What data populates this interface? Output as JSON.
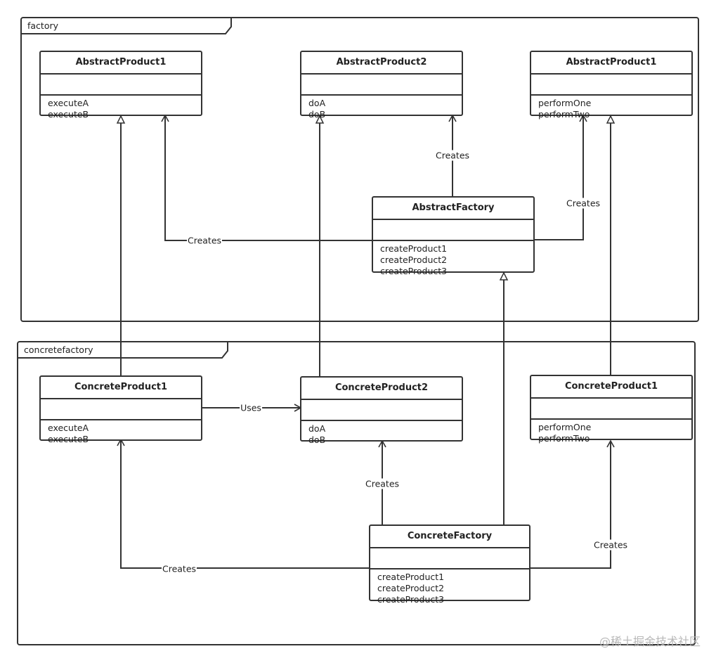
{
  "packages": {
    "factory": {
      "name": "factory"
    },
    "concrete": {
      "name": "concretefactory"
    }
  },
  "classes": {
    "ap1_left": {
      "name": "AbstractProduct1",
      "ops": [
        "executeA",
        "executeB"
      ]
    },
    "ap2": {
      "name": "AbstractProduct2",
      "ops": [
        "doA",
        "doB"
      ]
    },
    "ap1_right": {
      "name": "AbstractProduct1",
      "ops": [
        "performOne",
        "performTwo"
      ]
    },
    "af": {
      "name": "AbstractFactory",
      "ops": [
        "createProduct1",
        "createProduct2",
        "createProduct3"
      ]
    },
    "cp1_left": {
      "name": "ConcreteProduct1",
      "ops": [
        "executeA",
        "executeB"
      ]
    },
    "cp2": {
      "name": "ConcreteProduct2",
      "ops": [
        "doA",
        "doB"
      ]
    },
    "cp1_right": {
      "name": "ConcreteProduct1",
      "ops": [
        "performOne",
        "performTwo"
      ]
    },
    "cf": {
      "name": "ConcreteFactory",
      "ops": [
        "createProduct1",
        "createProduct2",
        "createProduct3"
      ]
    }
  },
  "labels": {
    "af_to_ap2": "Creates",
    "af_to_ap1_right": "Creates",
    "af_to_ap1_left": "Creates",
    "cp1_uses_cp2": "Uses",
    "cf_to_cp2": "Creates",
    "cf_to_cp1_right": "Creates",
    "cf_to_cp1_left": "Creates"
  },
  "watermark": "@稀土掘金技术社区",
  "colors": {
    "line": "#333333",
    "background": "#ffffff",
    "watermark": "#b8b8b8"
  }
}
